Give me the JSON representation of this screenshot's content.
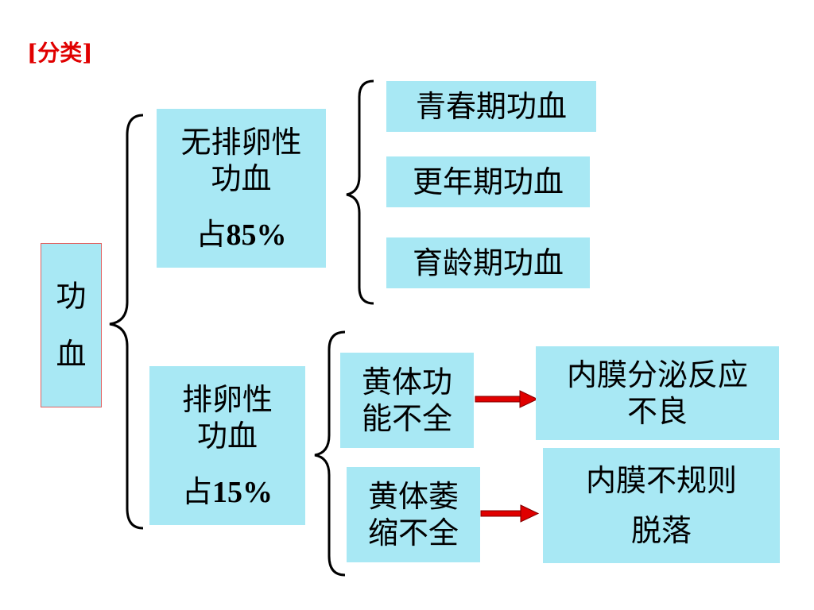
{
  "title": "[分类]",
  "root": {
    "line1": "功",
    "line2": "血"
  },
  "anovulatory": {
    "line1": "无排卵性",
    "line2": "功血",
    "pct_prefix": "占",
    "pct_value": "85%"
  },
  "ovulatory": {
    "line1": "排卵性",
    "line2": "功血",
    "pct_prefix": "占",
    "pct_value": "15%"
  },
  "anovulatory_types": [
    "青春期功血",
    "更年期功血",
    "育龄期功血"
  ],
  "ovulatory_types": [
    {
      "cause_line1": "黄体功",
      "cause_line2": "能不全",
      "result_line1": "内膜分泌反应",
      "result_line2": "不良"
    },
    {
      "cause_line1": "黄体萎",
      "cause_line2": "缩不全",
      "result_line1": "内膜不规则",
      "result_line2": "脱落"
    }
  ],
  "colors": {
    "box_fill": "#a8e8f4",
    "arrow": "#e00000",
    "title": "#e00000"
  }
}
